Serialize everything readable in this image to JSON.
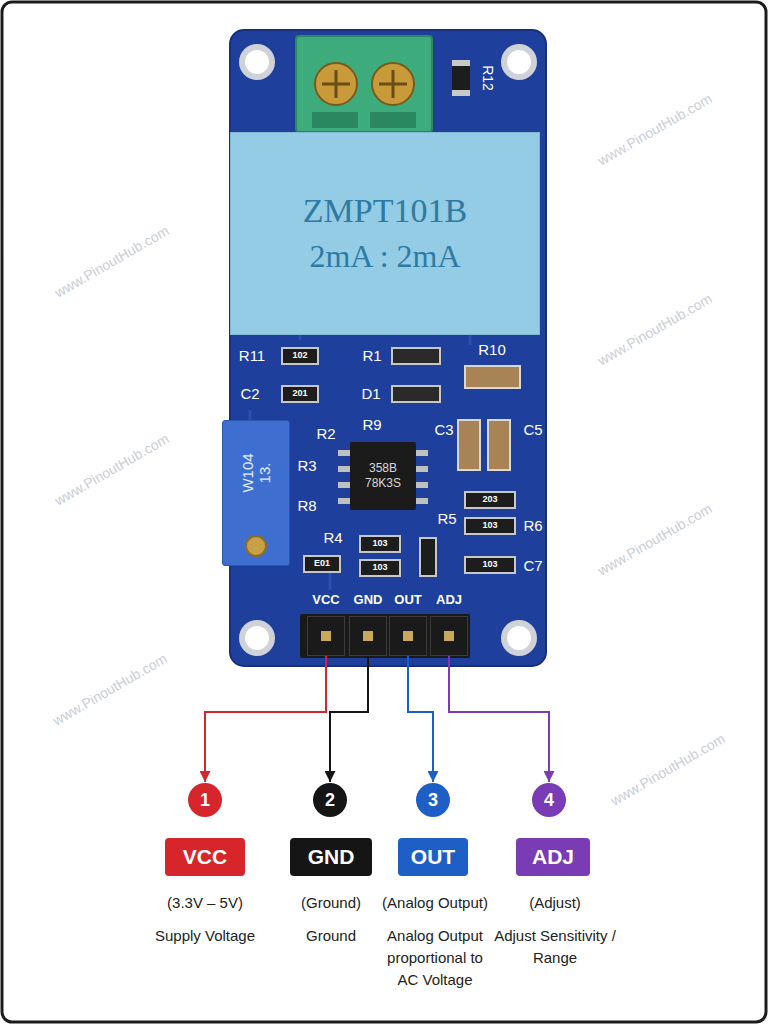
{
  "diagram": {
    "nodes": [
      {
        "text": [
          "ZMPT101B",
          "2mA : 2mA"
        ]
      },
      {
        "text": [
          "W104",
          "13."
        ]
      },
      {
        "text": [
          "358B",
          "78K3S"
        ]
      },
      {
        "text": [
          "VCC"
        ]
      },
      {
        "text": [
          "GND"
        ]
      },
      {
        "text": [
          "OUT"
        ]
      },
      {
        "text": [
          "ADJ"
        ]
      },
      {
        "text": [
          "1"
        ]
      },
      {
        "text": [
          "2"
        ]
      },
      {
        "text": [
          "3"
        ]
      },
      {
        "text": [
          "4"
        ]
      },
      {
        "text": [
          "VCC"
        ]
      },
      {
        "text": [
          "GND"
        ]
      },
      {
        "text": [
          "OUT"
        ]
      },
      {
        "text": [
          "ADJ"
        ]
      }
    ],
    "edges": [
      {
        "from": 3,
        "to": 7,
        "arrow": "to"
      },
      {
        "from": 4,
        "to": 8,
        "arrow": "to"
      },
      {
        "from": 5,
        "to": 9,
        "arrow": "to"
      },
      {
        "from": 6,
        "to": 10,
        "arrow": "to"
      }
    ],
    "labels": [
      "R12",
      "R11",
      "R1",
      "R10",
      "C2",
      "D1",
      "R9",
      "C3",
      "C5",
      "R2",
      "R3",
      "R8",
      "R5",
      "R6",
      "R4",
      "C7",
      "102",
      "201",
      "203",
      "103",
      "103",
      "E01",
      "103",
      "103",
      "(3.3V – 5V)",
      "Supply Voltage",
      "(Ground)",
      "Ground",
      "(Analog Output)",
      "Analog Output proportional to AC Voltage",
      "(Adjust)",
      "Adjust Sensitivity / Range",
      "www.PinoutHub.com",
      "www.PinoutHub.com",
      "www.PinoutHub.com",
      "www.PinoutHub.com",
      "www.PinoutHub.com",
      "www.PinoutHub.com",
      "www.PinoutHub.com"
    ]
  }
}
